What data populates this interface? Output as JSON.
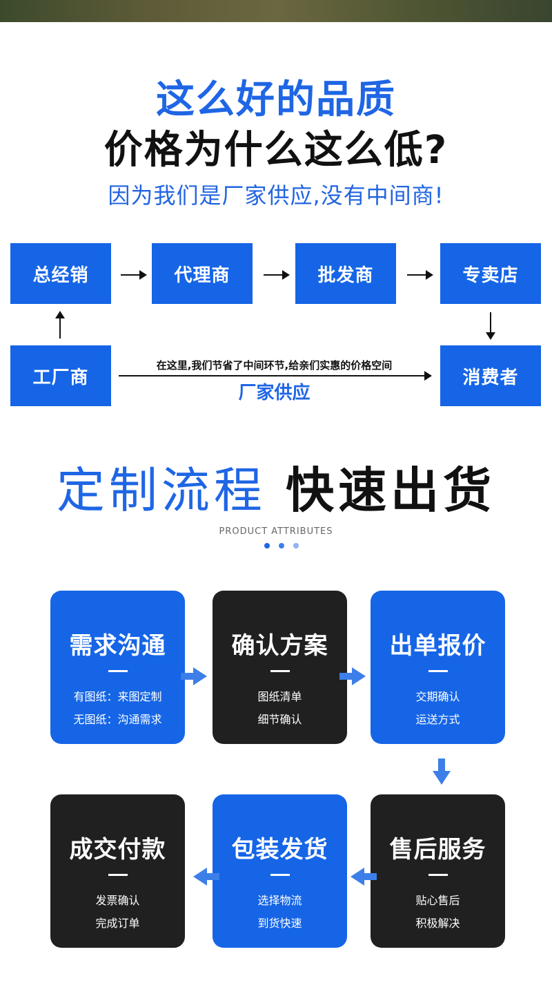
{
  "hero": {
    "line1": "这么好的品质",
    "line2": "价格为什么这么低?",
    "line3": "因为我们是厂家供应,没有中间商!"
  },
  "flow": {
    "boxes": {
      "general_distributor": "总经销",
      "agent": "代理商",
      "wholesaler": "批发商",
      "store": "专卖店",
      "factory": "工厂商",
      "consumer": "消费者"
    },
    "note": "在这里,我们节省了中间环节,给亲们实惠的价格空间",
    "direct_label": "厂家供应"
  },
  "section2": {
    "title_blue": "定制流程",
    "title_black": "快速出货",
    "subtitle": "PRODUCT ATTRIBUTES",
    "dot_colors": [
      "#1f66e5",
      "#3d7fe8",
      "#8fb4ef"
    ]
  },
  "steps": [
    {
      "title": "需求沟通",
      "line1": "有图纸：来图定制",
      "line2": "无图纸：沟通需求"
    },
    {
      "title": "确认方案",
      "line1": "图纸清单",
      "line2": "细节确认"
    },
    {
      "title": "出单报价",
      "line1": "交期确认",
      "line2": "运送方式"
    },
    {
      "title": "成交付款",
      "line1": "发票确认",
      "line2": "完成订单"
    },
    {
      "title": "包装发货",
      "line1": "选择物流",
      "line2": "到货快速"
    },
    {
      "title": "售后服务",
      "line1": "贴心售后",
      "line2": "积极解决"
    }
  ],
  "colors": {
    "brand_blue": "#1565e6",
    "dark_card": "#202020",
    "arrow_blue": "#3d7fe8"
  }
}
